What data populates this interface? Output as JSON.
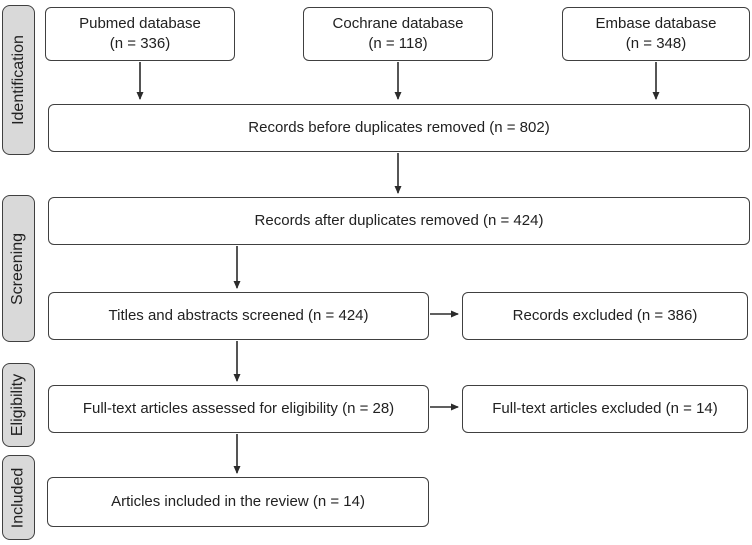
{
  "diagram": {
    "stages": [
      {
        "label": "Identification"
      },
      {
        "label": "Screening"
      },
      {
        "label": "Eligibility"
      },
      {
        "label": "Included"
      }
    ],
    "sources": [
      {
        "line1": "Pubmed database",
        "line2": "(n = 336)"
      },
      {
        "line1": "Cochrane database",
        "line2": "(n = 118)"
      },
      {
        "line1": "Embase database",
        "line2": "(n = 348)"
      }
    ],
    "boxes": {
      "before_duplicates": "Records before duplicates removed (n = 802)",
      "after_duplicates": "Records after duplicates removed (n = 424)",
      "titles_screened": "Titles and abstracts screened (n = 424)",
      "records_excluded": "Records excluded (n = 386)",
      "fulltext_assessed": "Full-text articles assessed for eligibility (n = 28)",
      "fulltext_excluded": "Full-text articles excluded (n = 14)",
      "articles_included": "Articles included in the review (n = 14)"
    },
    "colors": {
      "box_border": "#404040",
      "box_fill": "#ffffff",
      "stage_fill": "#d9d9d9",
      "text": "#212121",
      "arrow": "#2b2b2b"
    }
  }
}
